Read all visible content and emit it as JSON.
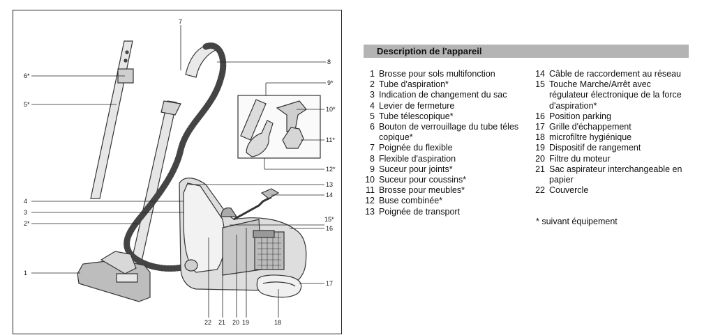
{
  "description": {
    "title": "Description de l'appareil",
    "items_left": [
      {
        "num": "1",
        "text": "Brosse pour sols multifonction"
      },
      {
        "num": "2",
        "text": "Tube d'aspiration*"
      },
      {
        "num": "3",
        "text": "Indication de changement du sac"
      },
      {
        "num": "4",
        "text": "Levier de fermeture"
      },
      {
        "num": "5",
        "text": "Tube télescopique*"
      },
      {
        "num": "6",
        "text": "Bouton de verrouillage du tube téles copique*"
      },
      {
        "num": "7",
        "text": "Poignée du flexible"
      },
      {
        "num": "8",
        "text": "Flexible d'aspiration"
      },
      {
        "num": "9",
        "text": "Suceur pour joints*"
      },
      {
        "num": "10",
        "text": "Suceur pour coussins*"
      },
      {
        "num": "11",
        "text": "Brosse pour meubles*"
      },
      {
        "num": "12",
        "text": "Buse combinée*"
      },
      {
        "num": "13",
        "text": "Poignée de transport"
      }
    ],
    "items_right": [
      {
        "num": "14",
        "text": "Câble de raccordement au réseau"
      },
      {
        "num": "15",
        "text": "Touche Marche/Arrêt avec régulateur électronique de la force d'aspiration*"
      },
      {
        "num": "16",
        "text": "Position parking"
      },
      {
        "num": "17",
        "text": "Grille d'échappement"
      },
      {
        "num": "18",
        "text": "microfiltre hygiénique"
      },
      {
        "num": "19",
        "text": "Dispositif de rangement"
      },
      {
        "num": "20",
        "text": "Filtre du moteur"
      },
      {
        "num": "21",
        "text": "Sac aspirateur interchangeable en papier"
      },
      {
        "num": "22",
        "text": "Couvercle"
      }
    ],
    "footnote": "* suivant équipement"
  },
  "diagram": {
    "callouts": [
      "1",
      "2*",
      "3",
      "4",
      "5*",
      "6*",
      "7",
      "8",
      "9*",
      "10*",
      "11*",
      "12*",
      "13",
      "14",
      "15*",
      "16",
      "17",
      "18",
      "19",
      "20",
      "21",
      "22"
    ]
  }
}
